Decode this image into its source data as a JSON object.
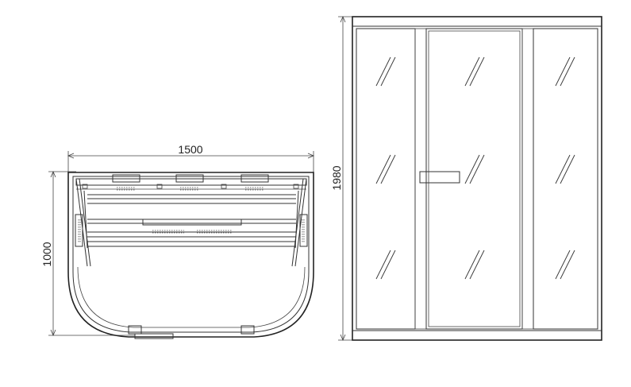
{
  "plan_view": {
    "width_label": "1500",
    "depth_label": "1000"
  },
  "front_view": {
    "height_label": "1980"
  },
  "colors": {
    "line": "#333333",
    "background": "#ffffff"
  }
}
